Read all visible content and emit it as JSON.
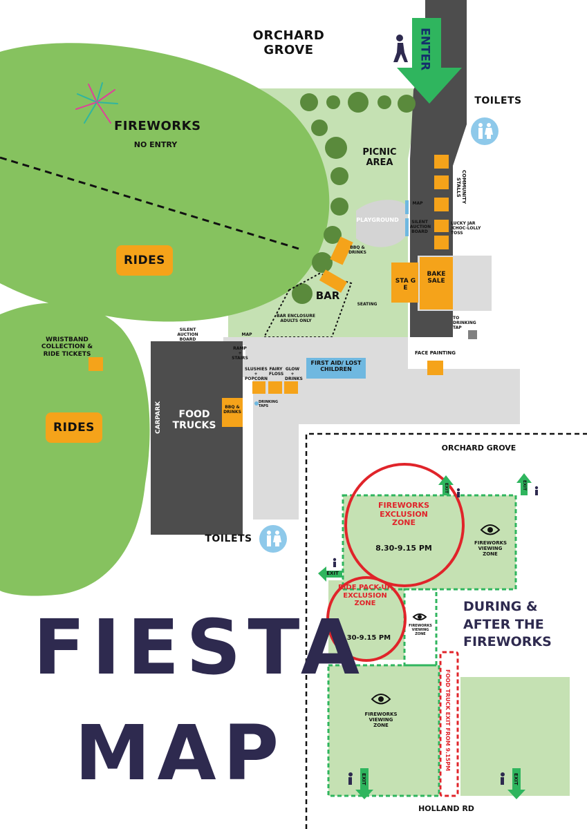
{
  "streets": {
    "orchard_grove_top": "ORCHARD GROVE",
    "orchard_grove_inset": "ORCHARD GROVE",
    "holland_rd": "HOLLAND RD"
  },
  "main_map": {
    "enter": "ENTER",
    "toilets_top": "TOILETS",
    "toilets_bottom": "TOILETS",
    "fireworks": "FIREWORKS",
    "no_entry": "NO ENTRY",
    "rides_upper": "RIDES",
    "rides_lower": "RIDES",
    "picnic_area": "PICNIC AREA",
    "playground": "PLAYGROUND",
    "map_upper": "MAP",
    "silent_auction_board": "SILENT AUCTION BOARD",
    "community_stalls": "COMMUNITY STALLS",
    "lucky_jar": "LUCKY JAR /CHOC-LOLLY TOSS",
    "bbq_drinks_upper": "BBQ & DRINKS",
    "stage": "STA G E",
    "bake_sale": "BAKE SALE",
    "bar": "BAR",
    "bar_enclosure": "BAR ENCLOSURE ADULTS ONLY",
    "seating": "SEATING",
    "to_drinking_tap": "TO DRINKING TAP",
    "silent_auction_board_lower": "SILENT AUCTION BOARD",
    "map_lower": "MAP",
    "ramp_stairs": "RAMP + STAIRS",
    "wristband": "WRISTBAND COLLECTION & RIDE TICKETS",
    "carpark": "CARPARK",
    "food_trucks": "FOOD TRUCKS",
    "bbq_drinks_lower": "BBQ & DRINKS",
    "slushies": "SLUSHIES + POPCORN",
    "fairy_floss": "FAIRY FLOSS",
    "glow_drinks": "GLOW + DRINKS",
    "drinking_taps": "DRINKING TAPS",
    "first_aid": "FIRST AID/ LOST CHILDREN",
    "face_painting": "FACE PAINTING"
  },
  "inset": {
    "fireworks_exclusion": "FIREWORKS EXCLUSION ZONE",
    "fireworks_exclusion_time": "8.30-9.15 PM",
    "ride_exclusion": "RIDE PACK-UP EXCLUSION ZONE",
    "ride_exclusion_time": "8.30-9.15 PM",
    "viewing_zone_right": "FIREWORKS VIEWING ZONE",
    "viewing_zone_small": "FIREWORKS VIEWING ZONE",
    "viewing_zone_bottom": "FIREWORKS VIEWING ZONE",
    "during_after": "DURING & AFTER THE FIREWORKS",
    "food_truck_exit": "FOOD TRUCK EXIT FROM 9.15PM",
    "exit": "EXIT"
  },
  "title": {
    "line1": "FIESTA",
    "line2": "MAP"
  },
  "colors": {
    "grass": "#86c25f",
    "lawn": "#c5e1b3",
    "road": "#4d4d4d",
    "paving": "#dcdcdc",
    "stall": "#f5a31a",
    "info": "#6fb8e0",
    "exit_green": "#2fb55e",
    "exclusion_red": "#e0242a",
    "title": "#2e2a4f"
  },
  "icons": [
    "walking-person-icon",
    "toilets-icon",
    "eye-icon",
    "fireworks-burst-icon",
    "tree-icon"
  ]
}
